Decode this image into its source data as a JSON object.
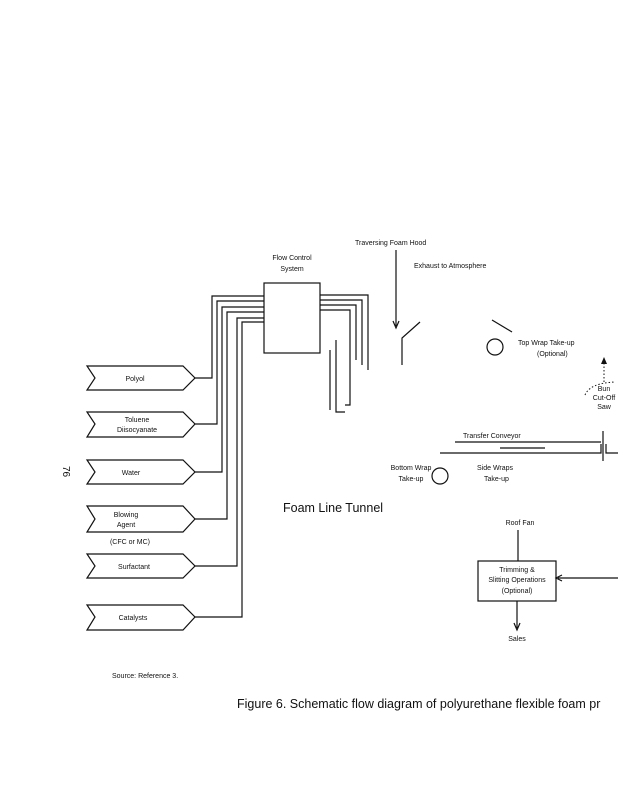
{
  "page_number": "76",
  "diagram": {
    "flow_control": [
      "Flow Control",
      "System"
    ],
    "hood": "Traversing Foam Hood",
    "exhaust": "Exhaust to Atmosphere",
    "top_wrap": [
      "Top Wrap Take-up",
      "(Optional)"
    ],
    "saw": [
      "Bun",
      "Cut-Off",
      "Saw"
    ],
    "conveyor": "Transfer Conveyor",
    "bottom_wrap": [
      "Bottom Wrap",
      "Take-up"
    ],
    "side_wraps": [
      "Side Wraps",
      "Take-up"
    ],
    "tunnel": "Foam Line Tunnel",
    "roof_fan": "Roof Fan",
    "trimming": [
      "Trimming &",
      "Slitting Operations",
      "(Optional)"
    ],
    "sales": "Sales",
    "inputs": [
      {
        "label": [
          "Polyol"
        ]
      },
      {
        "label": [
          "Toluene",
          "Diisocyanate"
        ]
      },
      {
        "label": [
          "Water"
        ]
      },
      {
        "label": [
          "Blowing",
          "Agent"
        ],
        "note": "(CFC or MC)"
      },
      {
        "label": [
          "Surfactant"
        ]
      },
      {
        "label": [
          "Catalysts"
        ]
      }
    ]
  },
  "source": "Source: Reference 3.",
  "caption": "Figure 6.  Schematic flow diagram of polyurethane flexible foam pr"
}
